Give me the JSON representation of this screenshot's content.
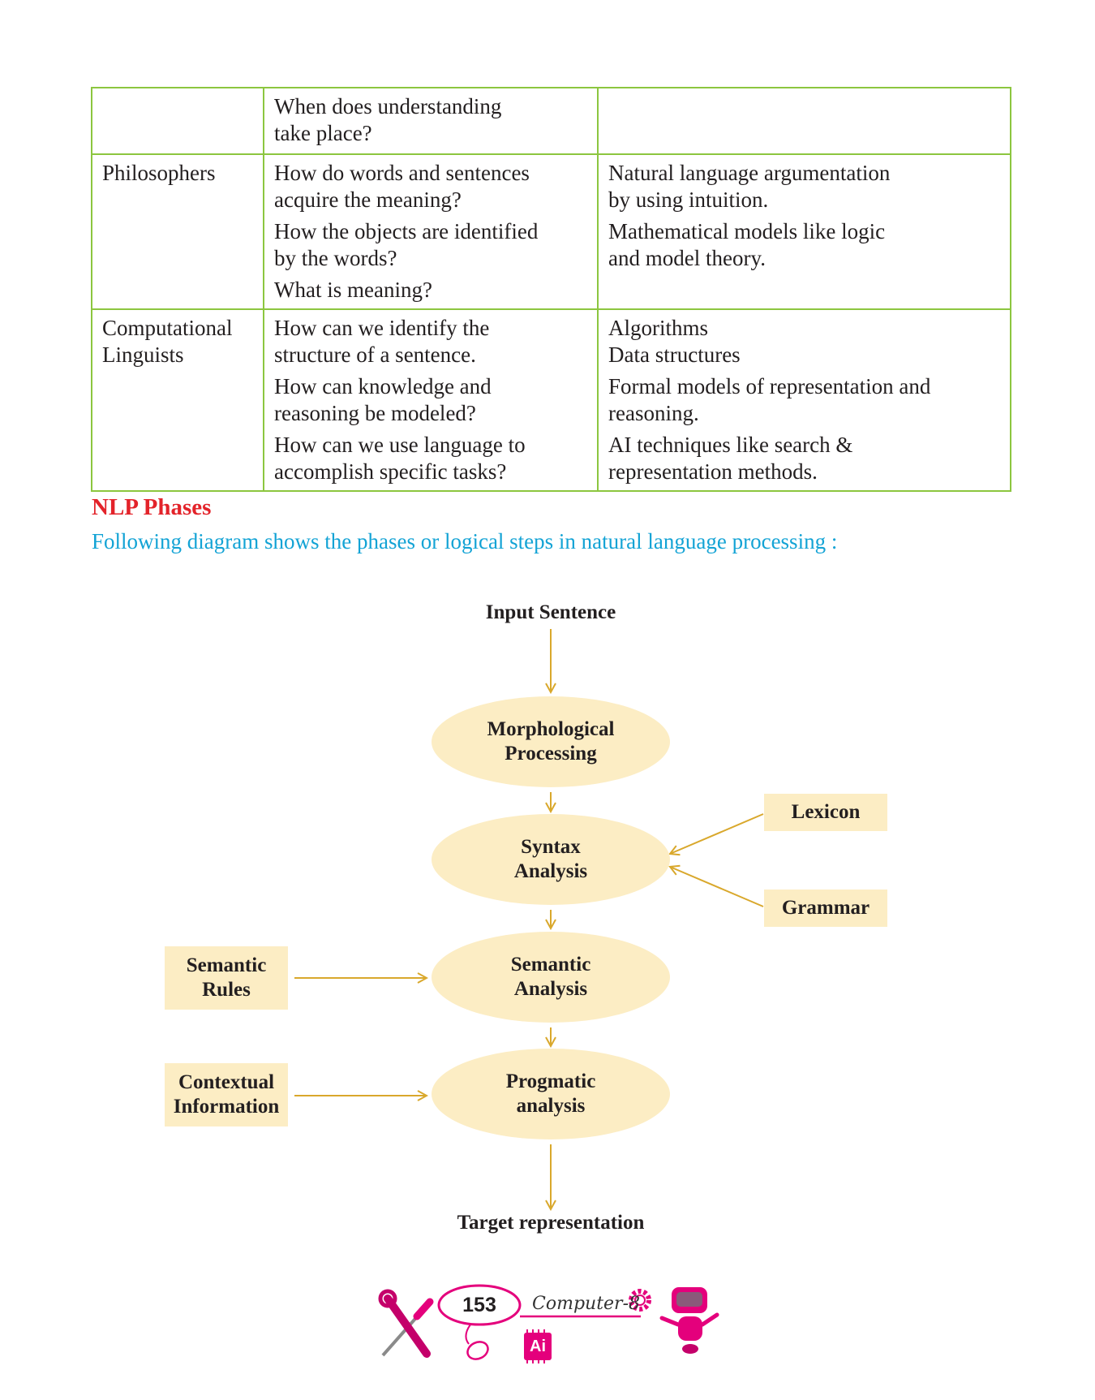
{
  "table": {
    "rows": [
      {
        "who": "",
        "questions": [
          "When does understanding\ntake place?"
        ],
        "tools": []
      },
      {
        "who": "Philosophers",
        "questions": [
          "How do words and  sentences\nacquire the meaning?",
          "How the objects are identified\nby the words?",
          "What is meaning?"
        ],
        "tools": [
          "Natural language argumentation\nby using intuition.",
          "Mathematical models like logic\nand model theory."
        ]
      },
      {
        "who": "Computational\nLinguists",
        "questions": [
          "How can we identify the\nstructure of a sentence.",
          "How can knowledge and\nreasoning be modeled?",
          "How can we use language to\naccomplish specific tasks?"
        ],
        "tools": [
          "Algorithms\nData structures",
          "Formal models of representation and\nreasoning.",
          "AI techniques like search &\nrepresentation methods."
        ]
      }
    ]
  },
  "section": {
    "title": "NLP Phases",
    "intro": "Following diagram shows the phases or logical steps in natural language processing :"
  },
  "diagram": {
    "input": "Input Sentence",
    "phases": [
      "Morphological\nProcessing",
      "Syntax\nAnalysis",
      "Semantic\nAnalysis",
      "Progmatic\nanalysis"
    ],
    "lexicon": "Lexicon",
    "grammar": "Grammar",
    "semantic_rules": "Semantic\nRules",
    "contextual": "Contextual\nInformation",
    "output": "Target representation",
    "arrow_color": "#d9a82c",
    "fill_color": "#fcedc4"
  },
  "footer": {
    "page_number": "153",
    "book": "Computer-8",
    "chip_label": "Ai",
    "accent_color": "#e4007c"
  }
}
